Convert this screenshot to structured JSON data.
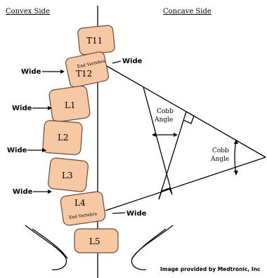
{
  "headers": {
    "convex": "Convex Side",
    "concave": "Concave Side"
  },
  "vertebrae": [
    {
      "id": "T11",
      "label": "T11",
      "sub": ""
    },
    {
      "id": "T12",
      "label": "T12",
      "sub": "End Vertebra"
    },
    {
      "id": "L1",
      "label": "L1",
      "sub": ""
    },
    {
      "id": "L2",
      "label": "L2",
      "sub": ""
    },
    {
      "id": "L3",
      "label": "L3",
      "sub": ""
    },
    {
      "id": "L4",
      "label": "L4",
      "sub": "End Vertebra"
    },
    {
      "id": "L5",
      "label": "L5",
      "sub": ""
    }
  ],
  "wide_label": "Wide",
  "cobb_angle": {
    "line1": "Cobb",
    "line2": "Angle"
  },
  "credit": "Image provided by Medtronic, Inc"
}
